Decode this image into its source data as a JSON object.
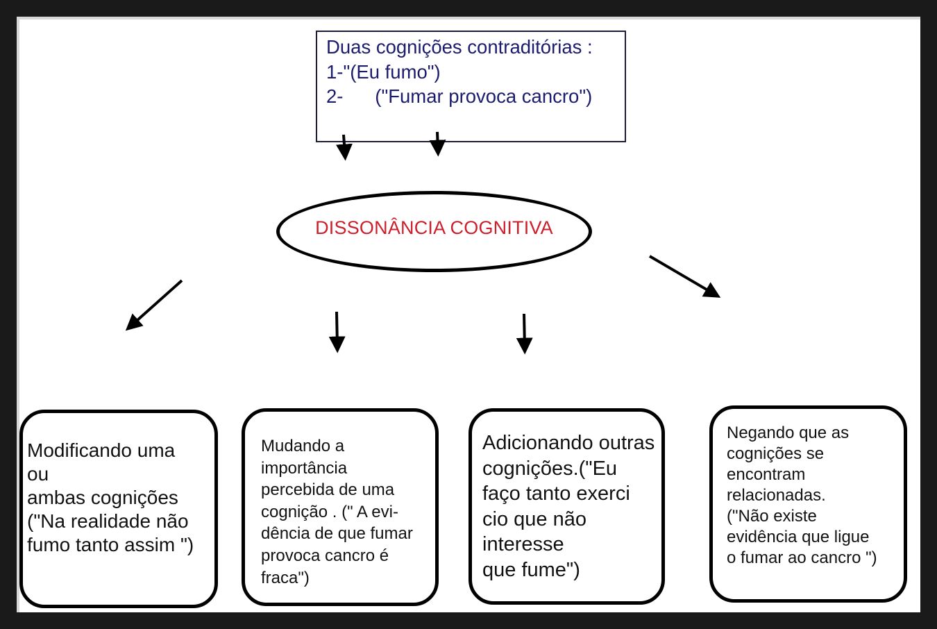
{
  "premise": {
    "lines": [
      "Duas cognições contraditórias :",
      "1-\"(Eu fumo\")",
      "2-      (\"Fumar provoca cancro\")"
    ]
  },
  "center": {
    "label": "DISSONÂNCIA COGNITIVA",
    "color": "#cc1f2b"
  },
  "strategies": [
    {
      "lines": [
        "Modificando uma",
        "ou",
        "ambas cognições",
        "(\"Na realidade não",
        "fumo tanto assim \")"
      ]
    },
    {
      "lines": [
        "Mudando a",
        " importância",
        "percebida de uma",
        " cognição . (\" A evi-",
        "dência de que fumar",
        "provoca cancro é",
        "fraca\")"
      ]
    },
    {
      "lines": [
        "Adicionando outras",
        "cognições.(\"Eu",
        "faço tanto exerci",
        "cio que não",
        "interesse",
        "que fume\")"
      ]
    },
    {
      "lines": [
        "Negando que  as",
        "cognições se",
        "encontram",
        "relacionadas.",
        "(\"Não existe",
        "evidência que ligue",
        "o fumar ao cancro \")"
      ]
    }
  ]
}
